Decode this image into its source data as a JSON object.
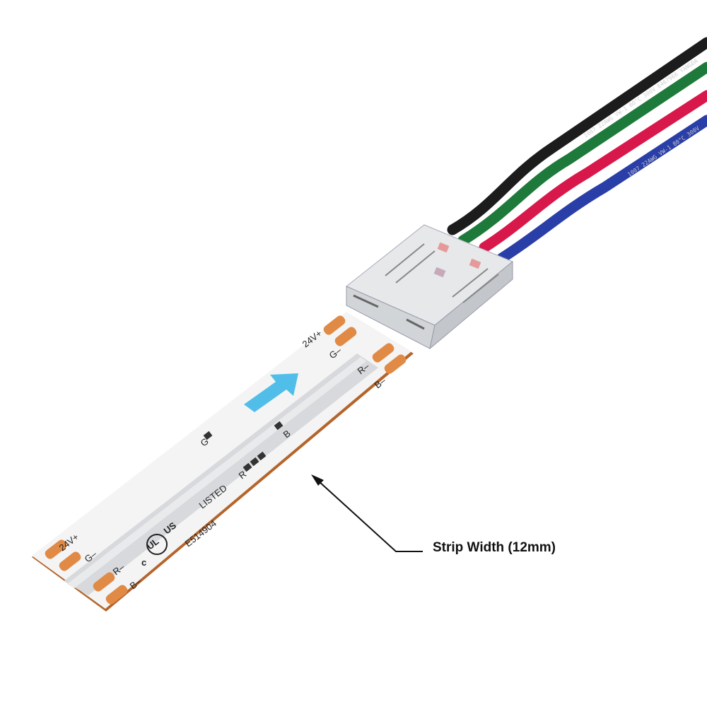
{
  "callout": {
    "label": "Strip Width (12mm)"
  },
  "strip": {
    "pad_labels_left": [
      "24V+",
      "G–",
      "R–",
      "B–"
    ],
    "pad_labels_right": [
      "24V+",
      "G–",
      "R–",
      "B–"
    ],
    "component_labels": [
      "G",
      "B",
      "R"
    ],
    "certification": {
      "listed": "LISTED",
      "file_number": "E514904",
      "mark_c": "c",
      "mark_us": "US",
      "mark_ul": "UL"
    }
  },
  "wires": {
    "black_print": "1007 22AWG VW-1 80°C 300V E467966 YANGDA",
    "blue_print": "1007 22AWG VW-1 80°C 300V"
  },
  "colors": {
    "pcb": "#f4f4f4",
    "copper": "#e08a45",
    "pcb_edge": "#b5642a",
    "arrow": "#3fb8e8",
    "wire_black": "#1c1c1c",
    "wire_green": "#1e7a3a",
    "wire_red": "#d8184a",
    "wire_blue": "#2a3ea8"
  }
}
